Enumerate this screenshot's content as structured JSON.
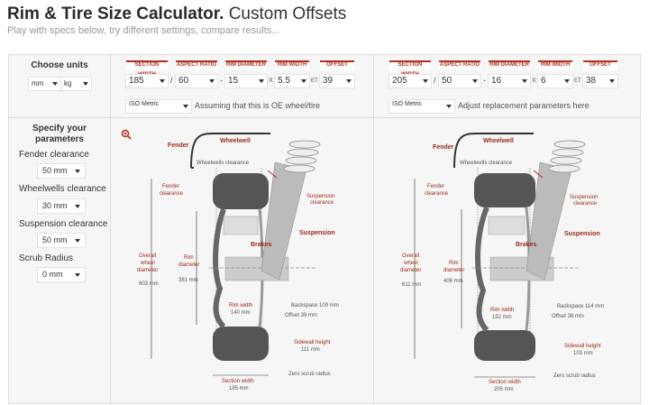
{
  "header": {
    "title_bold": "Rim & Tire Size Calculator.",
    "title_rest": "Custom Offsets",
    "subtitle": "Play with specs below, try different settings, compare results..."
  },
  "units": {
    "title": "Choose units",
    "length": "mm",
    "weight": "kg"
  },
  "parameters": {
    "title": "Specify your parameters",
    "items": [
      {
        "label": "Fender clearance",
        "value": "50 mm"
      },
      {
        "label": "Wheelwells clearance",
        "value": "30 mm"
      },
      {
        "label": "Suspension clearance",
        "value": "50 mm"
      },
      {
        "label": "Scrub Radius",
        "value": "0 mm"
      }
    ]
  },
  "spec_headers": {
    "section_width": "SECTION WIDTH",
    "aspect_ratio": "ASPECT RATIO",
    "rim_diameter": "RIM DIAMETER",
    "rim_width": "RIM WIDTH",
    "offset": "OFFSET"
  },
  "separators": {
    "dash1": "/",
    "dash2": "-",
    "x": "X",
    "et": "ET"
  },
  "left_spec": {
    "section_width": "185",
    "aspect_ratio": "60",
    "rim_diameter": "15",
    "rim_width": "5.5",
    "offset": "39",
    "system": "ISO Metric",
    "note": "Assuming that this is OE wheel/tire"
  },
  "right_spec": {
    "section_width": "205",
    "aspect_ratio": "50",
    "rim_diameter": "16",
    "rim_width": "6",
    "offset": "38",
    "system": "ISO Metric",
    "note": "Adjust replacement parameters here"
  },
  "diagram_labels": {
    "fender": "Fender",
    "wheelwell": "Wheelwell",
    "wheelwells_clearance": "Wheelwells clearance",
    "fender_clearance_1": "Fender",
    "fender_clearance_2": "clearance",
    "suspension_clearance_1": "Suspension",
    "suspension_clearance_2": "clearance",
    "suspension": "Suspension",
    "brakes": "Brakes",
    "overall_1": "Overall",
    "overall_2": "wheel",
    "overall_3": "diameter",
    "rim_d_1": "Rim",
    "rim_d_2": "diameter",
    "rim_width": "Rim width",
    "sidewall_1": "Sidewall height",
    "section_width": "Section width",
    "zero_scrub": "Zero scrub radius"
  },
  "left_diagram": {
    "overall_diameter": "603 mm",
    "rim_diameter": "381 mm",
    "rim_width": "140 mm",
    "backspace": "Backspace 109 mm",
    "offset": "Offset 39 mm",
    "sidewall": "111 mm",
    "section_width": "185 mm"
  },
  "right_diagram": {
    "overall_diameter": "611 mm",
    "rim_diameter": "406 mm",
    "rim_width": "152 mm",
    "backspace": "Backspace 114 mm",
    "offset": "Offset 38 mm",
    "sidewall": "103 mm",
    "section_width": "205 mm"
  },
  "colors": {
    "accent": "#b03020",
    "tire": "#555555",
    "panel": "#f6f6f6"
  },
  "icons": {
    "zoom": "zoom-in-icon"
  }
}
